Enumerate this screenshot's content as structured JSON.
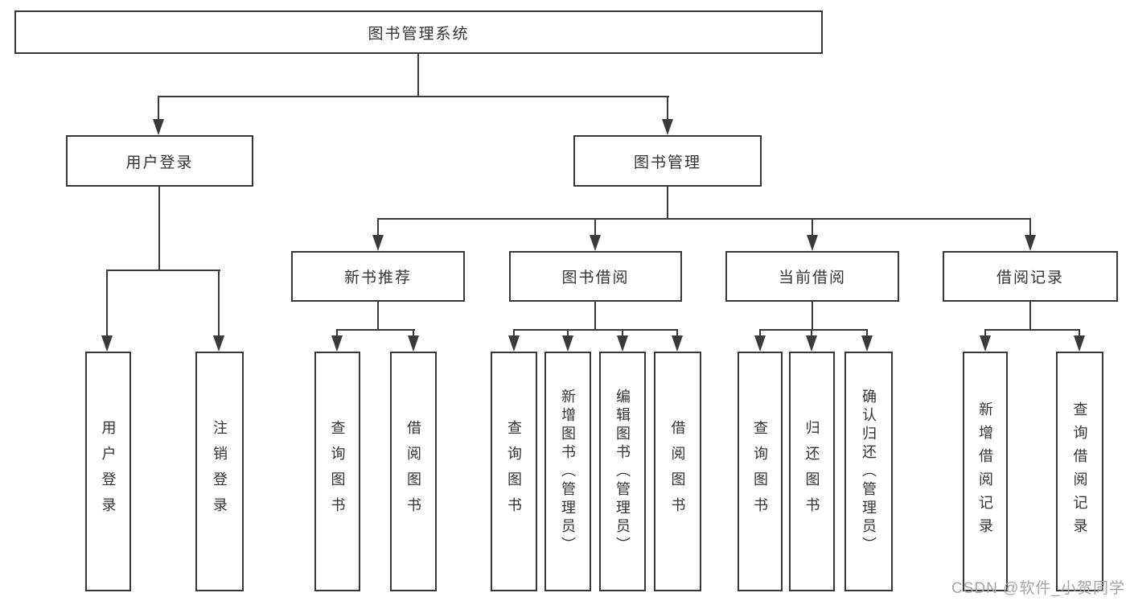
{
  "tree": {
    "root": "图书管理系统",
    "branches": [
      {
        "label": "用户登录",
        "children": [
          "用户登录",
          "注销登录"
        ]
      },
      {
        "label": "图书管理",
        "groups": [
          {
            "label": "新书推荐",
            "children": [
              "查询图书",
              "借阅图书"
            ]
          },
          {
            "label": "图书借阅",
            "children": [
              "查询图书",
              "新增图书（管理员）",
              "编辑图书（管理员）",
              "借阅图书"
            ]
          },
          {
            "label": "当前借阅",
            "children": [
              "查询图书",
              "归还图书",
              "确认归还（管理员）"
            ]
          },
          {
            "label": "借阅记录",
            "children": [
              "新增借阅记录",
              "查询借阅记录"
            ]
          }
        ]
      }
    ]
  },
  "watermark": {
    "text": "CSDN @软件_小贺同学"
  },
  "colors": {
    "line": "#3a3a3a",
    "box_border": "#373737",
    "box_fill": "#ffffff",
    "text": "#333333",
    "watermark": "#a5a5a5",
    "background": "#ffffff"
  }
}
